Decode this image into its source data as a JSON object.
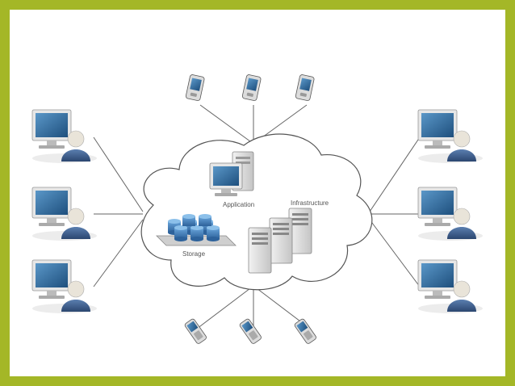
{
  "cloud": {
    "application_label": "Application",
    "infrastructure_label": "Infrastructure",
    "storage_label": "Storage"
  },
  "nodes": {
    "left_users": 3,
    "right_users": 3,
    "top_pdas": 3,
    "bottom_phones": 3
  },
  "colors": {
    "frame": "#a4b727",
    "background": "#ffffff",
    "monitor_screen": "#2e6c9f",
    "person_body": "#3c5a86",
    "person_head": "#e9e4d9",
    "server": "#d9d9d9",
    "storage_disk": "#3f7fc0"
  },
  "icons": {
    "user": "user-workstation-icon",
    "pda": "pda-icon",
    "phone": "mobile-phone-icon",
    "server": "server-icon",
    "storage": "storage-disk-icon"
  }
}
